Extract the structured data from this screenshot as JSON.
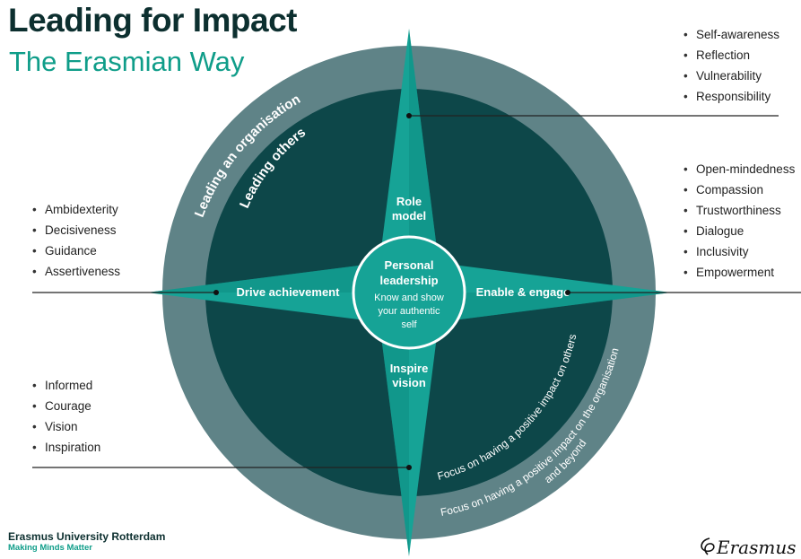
{
  "title": "Leading for Impact",
  "subtitle": "The Erasmian Way",
  "rings": {
    "outer_label": "Leading an organisation",
    "inner_label": "Leading others",
    "inner_focus": "Focus on having a positive impact on others",
    "outer_focus_line1": "Focus on having a positive impact on the organisation",
    "outer_focus_line2": "and beyond"
  },
  "compass": {
    "top": {
      "line1": "Role",
      "line2": "model"
    },
    "bottom": {
      "line1": "Inspire",
      "line2": "vision"
    },
    "left": "Drive achievement",
    "right": "Enable & engage"
  },
  "center": {
    "title_line1": "Personal",
    "title_line2": "leadership",
    "sub_line1": "Know and show",
    "sub_line2": "your authentic",
    "sub_line3": "self"
  },
  "lists": {
    "role_model": [
      "Self-awareness",
      "Reflection",
      "Vulnerability",
      "Responsibility"
    ],
    "enable_engage": [
      "Open-mindedness",
      "Compassion",
      "Trustworthiness",
      "Dialogue",
      "Inclusivity",
      "Empowerment"
    ],
    "drive_achievement": [
      "Ambidexterity",
      "Decisiveness",
      "Guidance",
      "Assertiveness"
    ],
    "inspire_vision": [
      "Informed",
      "Courage",
      "Vision",
      "Inspiration"
    ]
  },
  "footer": {
    "org": "Erasmus University Rotterdam",
    "tagline": "Making Minds Matter",
    "logo_text": "Erasmus"
  },
  "colors": {
    "outer_ring": "#5f8387",
    "inner_disc": "#0d4749",
    "star": "#16a396",
    "brand_dark": "#0c2f2f",
    "brand_green": "#0f9d89"
  }
}
